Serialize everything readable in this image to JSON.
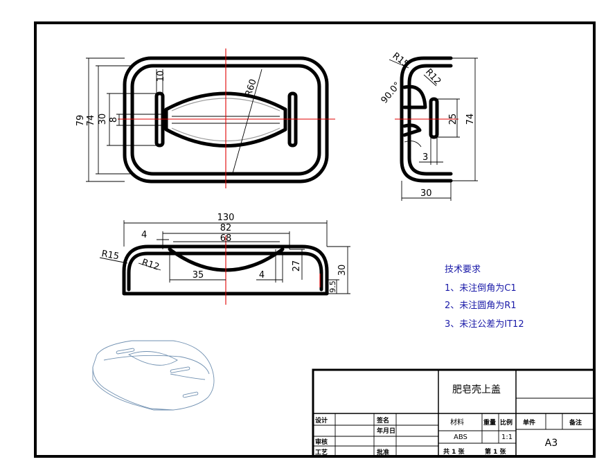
{
  "top_view": {
    "dims": {
      "d79": "79",
      "d74": "74",
      "d30": "30",
      "d8": "8",
      "d10": "10",
      "r60": "R60"
    }
  },
  "side_view": {
    "dims": {
      "r15": "R15",
      "r12": "R12",
      "angle": "90.0°",
      "d25": "25",
      "d74": "74",
      "d3": "3",
      "d30": "30"
    }
  },
  "front_view": {
    "dims": {
      "d130": "130",
      "d82": "82",
      "d68": "68",
      "d4a": "4",
      "r15": "R15",
      "r12": "R12",
      "d35": "35",
      "d4b": "4",
      "d27": "27",
      "d30": "30",
      "d9_5": "9.5"
    }
  },
  "tech_requirements": {
    "title": "技术要求",
    "items": [
      "1、未注倒角为C1",
      "2、未注圆角为R1",
      "3、未注公差为IT12"
    ]
  },
  "title_block": {
    "part_name": "肥皂壳上盖",
    "design": "设计",
    "signature": "签名",
    "date": "年月日",
    "review": "审核",
    "process": "工艺",
    "approve": "批准",
    "material_label": "材料",
    "material_value": "ABS",
    "weight": "重量",
    "scale_label": "比例",
    "scale_value": "1:1",
    "single": "单件",
    "remark": "备注",
    "sheet_size": "A3",
    "total_sheets": "共 1 张",
    "sheet_no": "第 1 张"
  },
  "colors": {
    "outline": "#000000",
    "centerline": "#e00000",
    "requirements": "#1a1aa8"
  }
}
